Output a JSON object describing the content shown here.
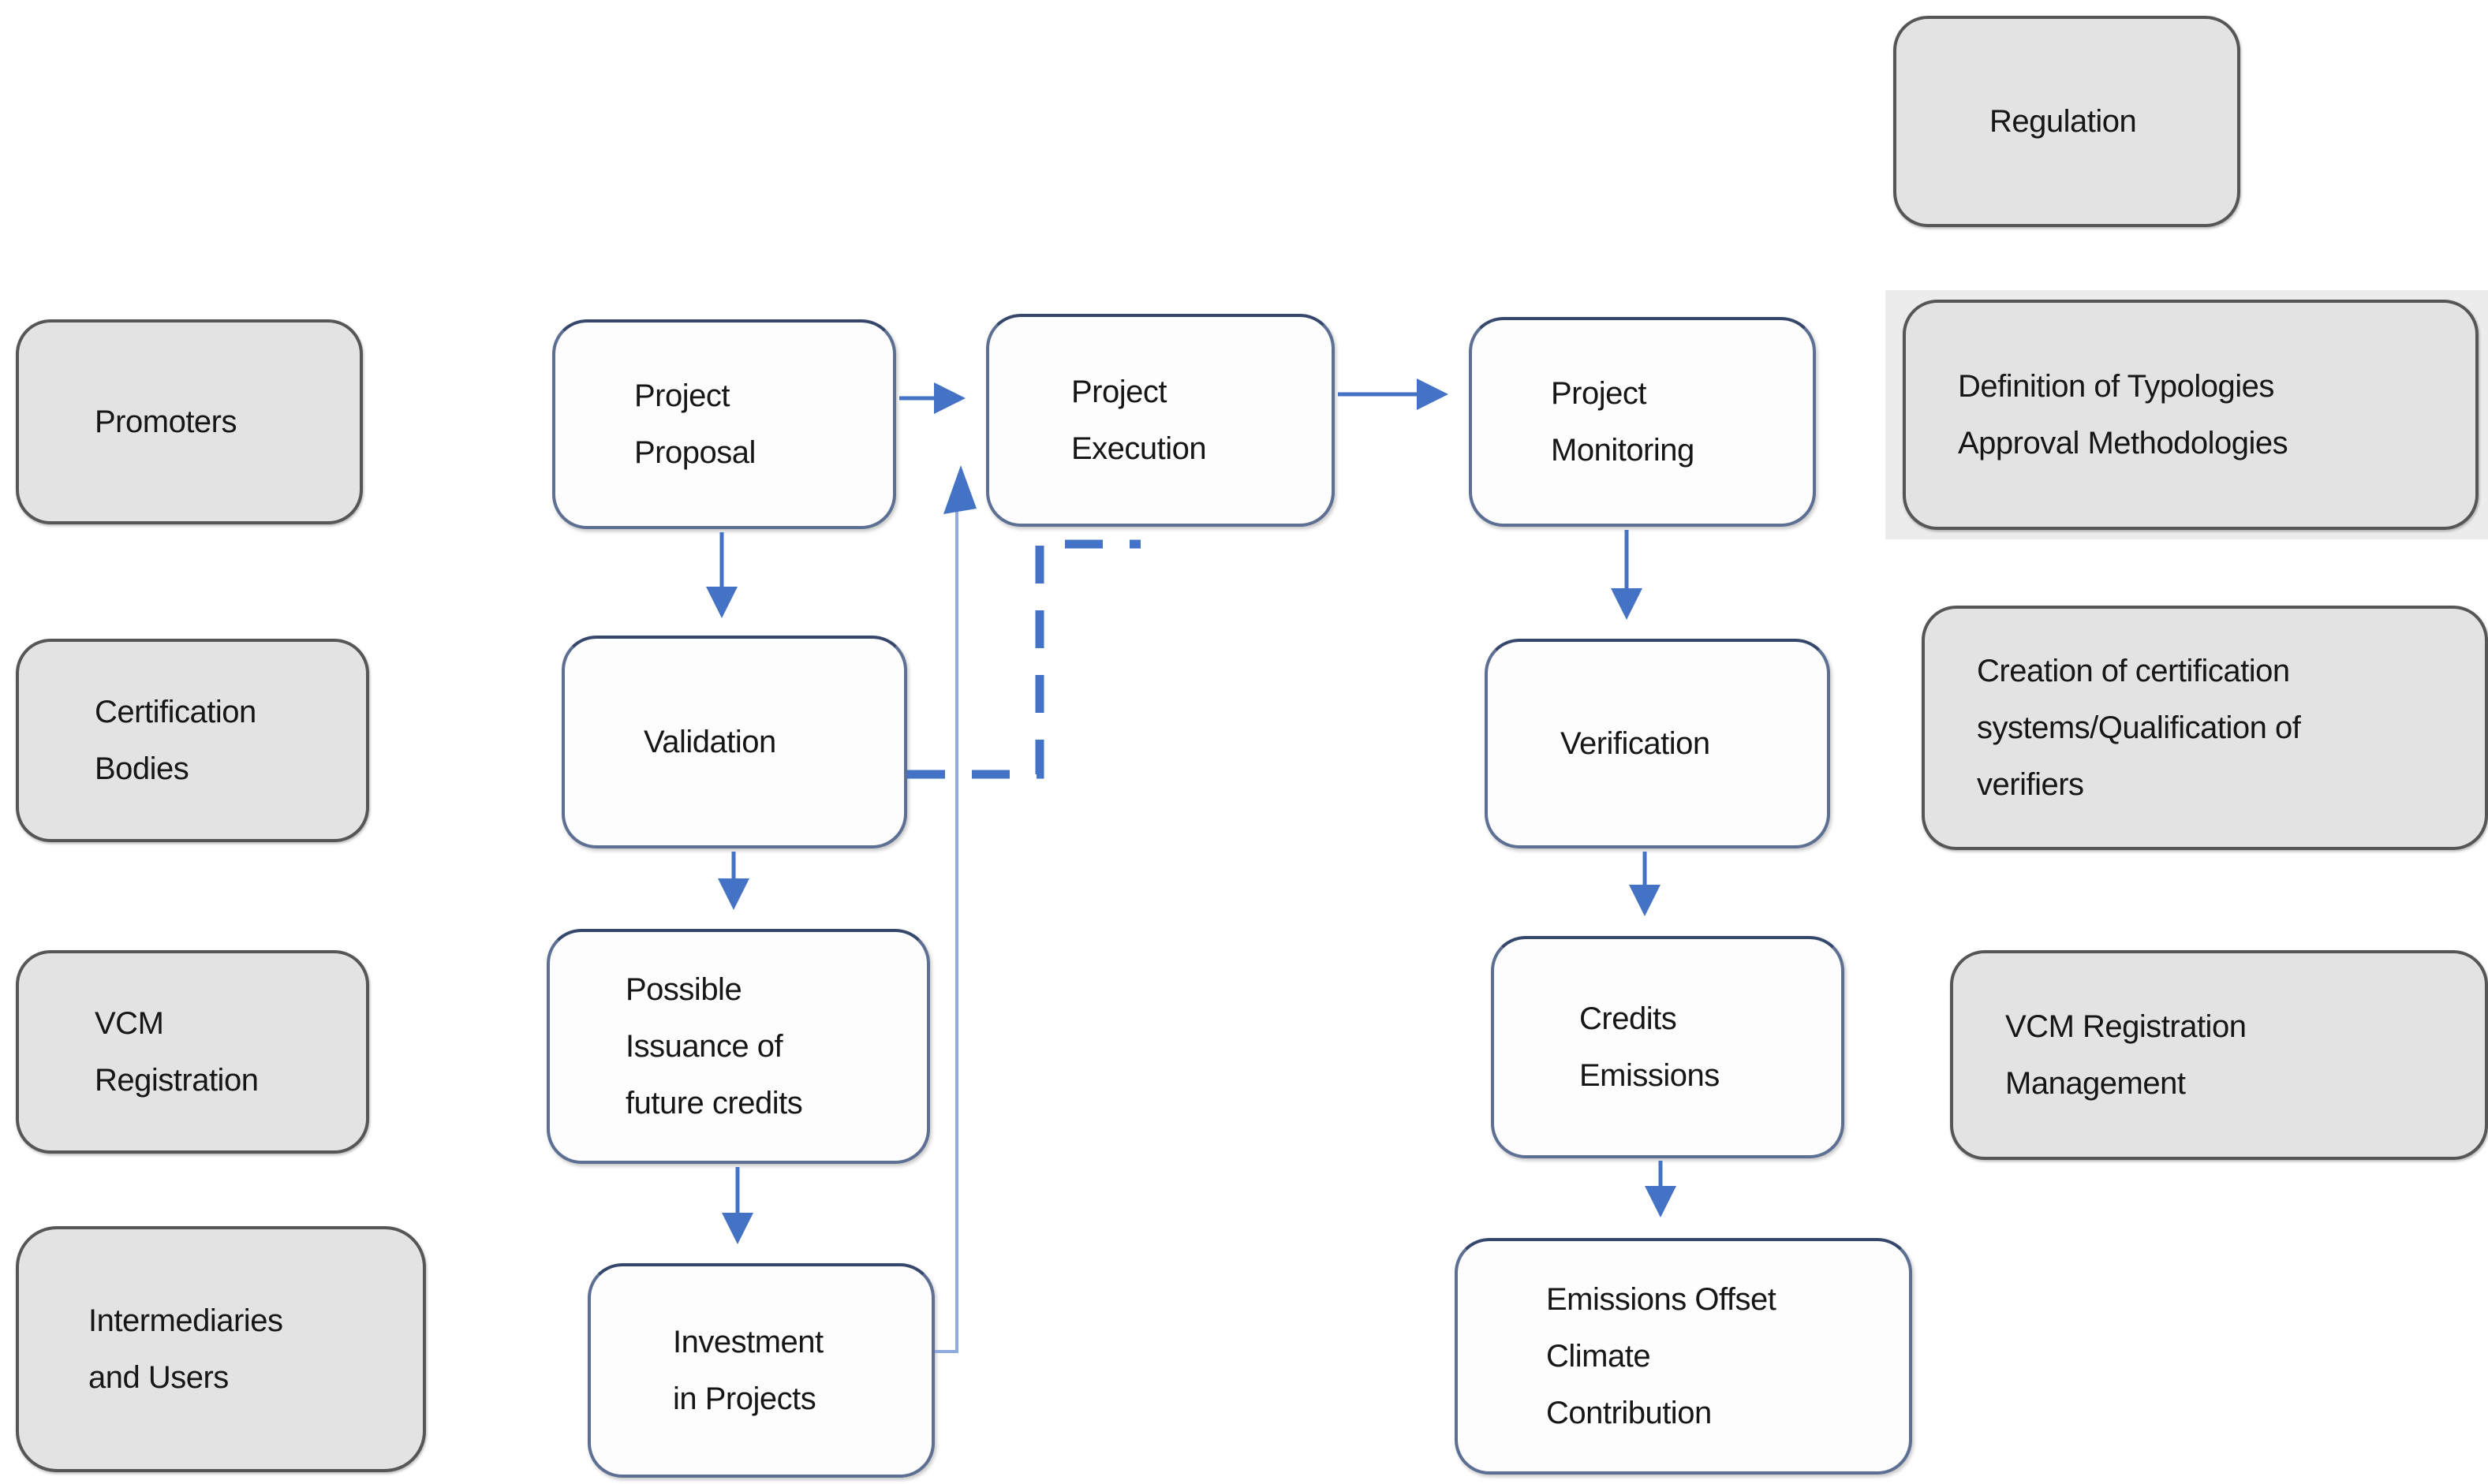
{
  "diagram": {
    "left_column": [
      {
        "label": "Promoters"
      },
      {
        "label": "Certification\nBodies"
      },
      {
        "label": "VCM\nRegistration"
      },
      {
        "label": "Intermediaries\nand Users"
      }
    ],
    "flow": {
      "project_proposal": "Project\nProposal",
      "project_execution": "Project\nExecution",
      "project_monitoring": "Project\nMonitoring",
      "validation": "Validation",
      "possible_issuance": "Possible\nIssuance of\nfuture credits",
      "investment": "Investment\nin Projects",
      "verification": "Verification",
      "credits_emissions": "Credits\nEmissions",
      "emissions_offset": "Emissions Offset\nClimate\nContribution"
    },
    "right_column": [
      {
        "label": "Regulation"
      },
      {
        "label": "Definition of Typologies\nApproval Methodologies"
      },
      {
        "label": "Creation of certification\nsystems/Qualification of\nverifiers"
      },
      {
        "label": "VCM Registration\nManagement"
      }
    ],
    "colors": {
      "arrow_blue": "#4472C4",
      "feedback_line_blue": "#8FAADC",
      "white_box_border": "#5D6F93",
      "gray_box_border": "#565656",
      "gray_box_fill": "#E3E3E3"
    }
  }
}
